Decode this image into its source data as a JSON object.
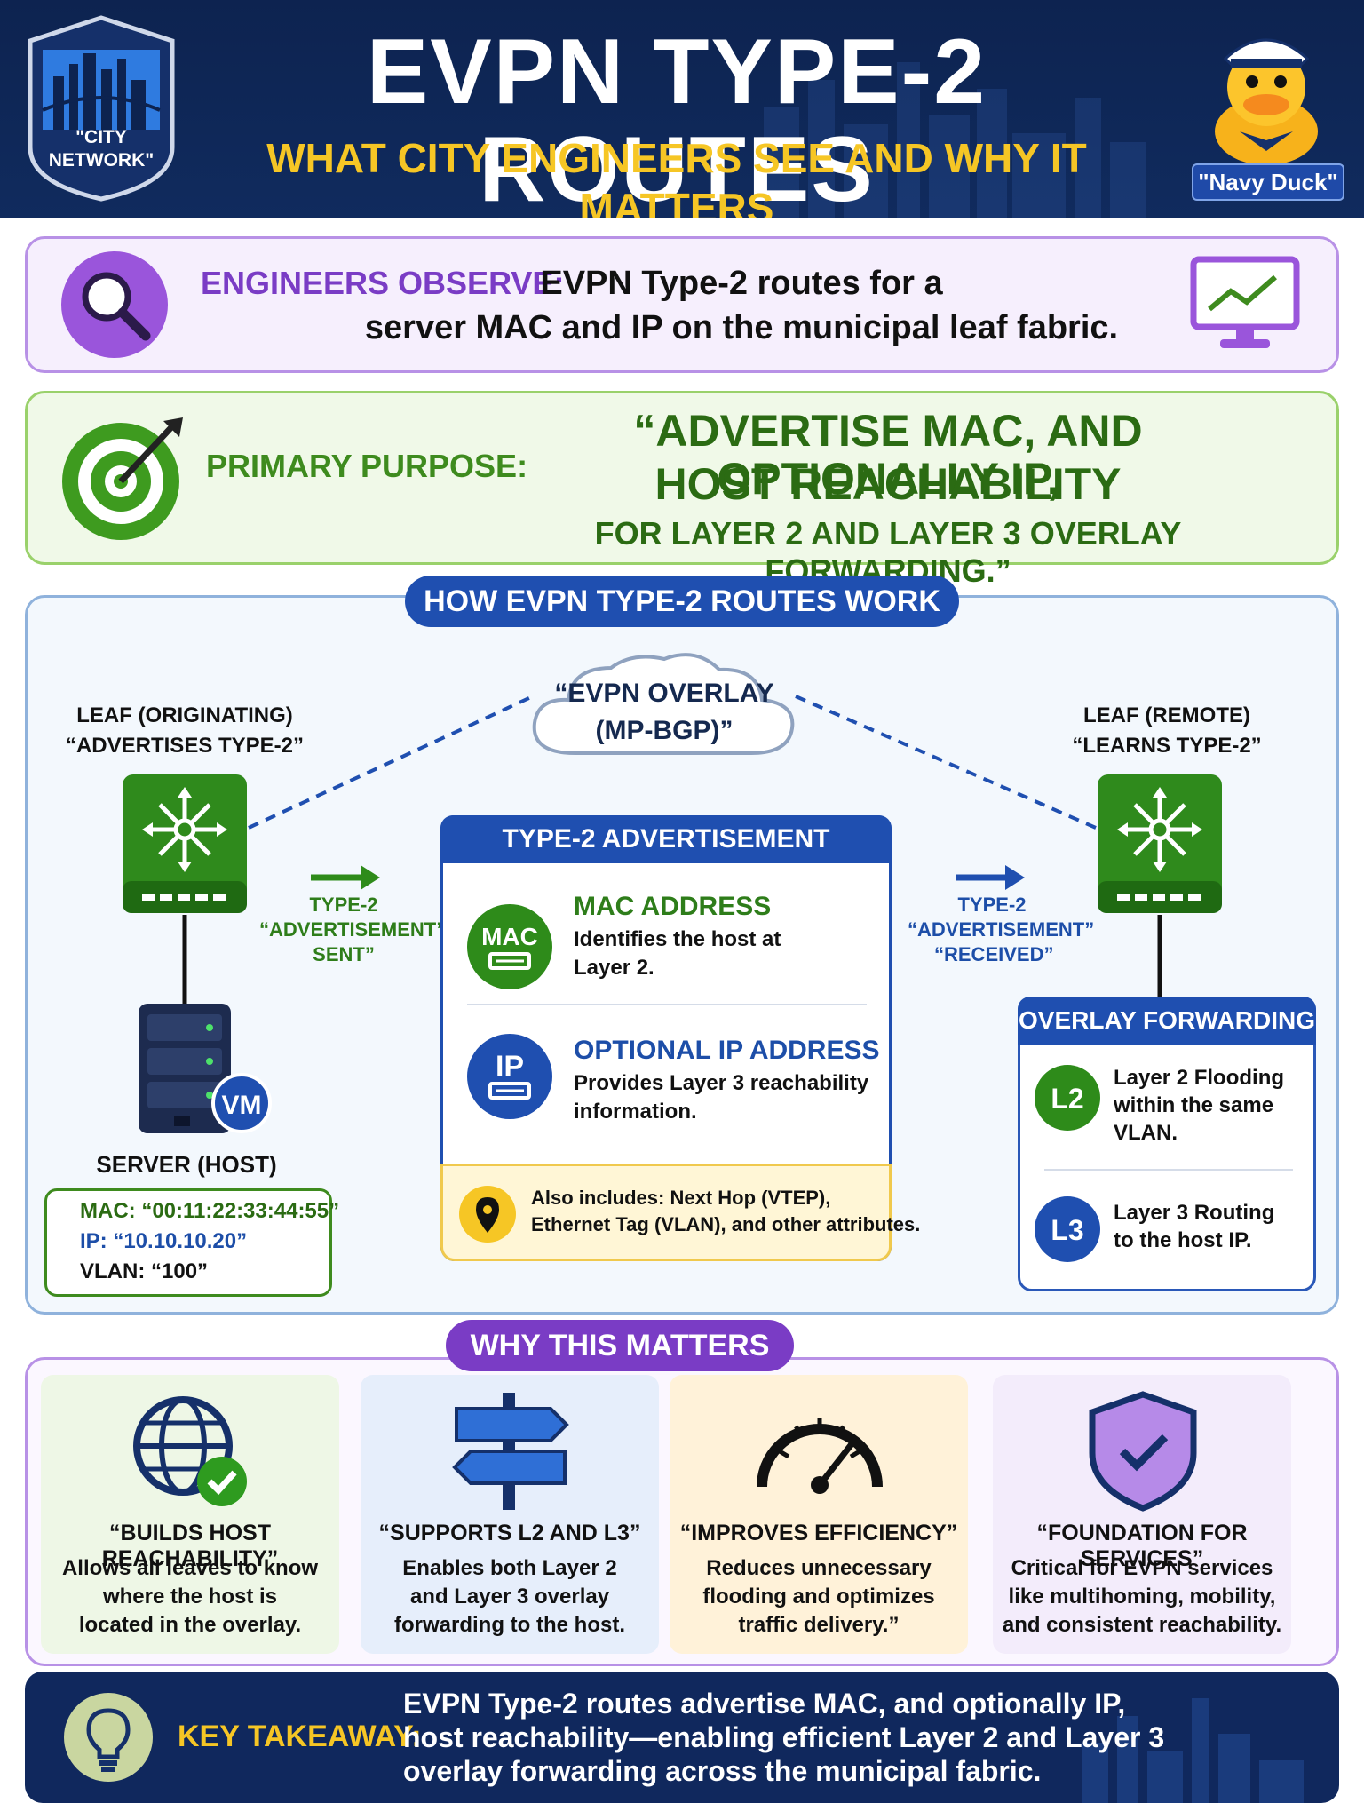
{
  "header": {
    "badge": [
      "\"CITY",
      "NETWORK\""
    ],
    "title": "EVPN TYPE-2 ROUTES",
    "subtitle": "WHAT CITY ENGINEERS SEE AND WHY IT MATTERS",
    "mascot_label": "\"Navy Duck\""
  },
  "observe": {
    "label": "ENGINEERS OBSERVE:",
    "lines": [
      "EVPN Type-2 routes for a",
      "server MAC and IP on the municipal leaf fabric."
    ]
  },
  "purpose": {
    "label": "PRIMARY PURPOSE:",
    "lines": [
      "“ADVERTISE MAC, AND OPTIONALLY IP,",
      "HOST REACHABILITY",
      "FOR LAYER 2 AND LAYER 3 OVERLAY FORWARDING.”"
    ]
  },
  "how": {
    "title": "HOW EVPN TYPE-2 ROUTES WORK",
    "overlay": [
      "“EVPN OVERLAY",
      "(MP-BGP)”"
    ],
    "leaf_left": [
      "LEAF (ORIGINATING)",
      "“ADVERTISES TYPE-2”"
    ],
    "leaf_right": [
      "LEAF (REMOTE)",
      "“LEARNS TYPE-2”"
    ],
    "sent": [
      "TYPE-2",
      "“ADVERTISEMENT”",
      "SENT”"
    ],
    "received": [
      "TYPE-2",
      "“ADVERTISEMENT”",
      "“RECEIVED”"
    ],
    "server": {
      "label": "SERVER (HOST)",
      "vm": "VM",
      "mac": "MAC: “00:11:22:33:44:55”",
      "ip": "IP: “10.10.10.20”",
      "vlan": "VLAN: “100”"
    },
    "carries": {
      "title": "TYPE-2 ADVERTISEMENT CARRIES",
      "mac_icon": "MAC",
      "mac_title": "MAC ADDRESS",
      "mac_desc": [
        "Identifies the host at",
        "Layer 2."
      ],
      "ip_icon": "IP",
      "ip_title": "OPTIONAL IP ADDRESS",
      "ip_desc": [
        "Provides Layer 3 reachability",
        "information."
      ],
      "also": [
        "Also includes: Next Hop (VTEP),",
        "Ethernet Tag (VLAN), and other attributes."
      ]
    },
    "overlay_forwarding": {
      "title": "OVERLAY FORWARDING",
      "l2_icon": "L2",
      "l2_desc": [
        "Layer 2 Flooding",
        "within the same",
        "VLAN."
      ],
      "l3_icon": "L3",
      "l3_desc": [
        "Layer 3 Routing",
        "to the host IP."
      ]
    }
  },
  "why": {
    "title": "WHY THIS MATTERS",
    "cards": [
      {
        "title": "“BUILDS HOST REACHABILITY”",
        "desc": [
          "Allows all leaves to know",
          "where the host is",
          "located in the overlay."
        ],
        "icon": "globe-check-icon"
      },
      {
        "title": "“SUPPORTS L2 AND L3”",
        "desc": [
          "Enables both Layer 2",
          "and Layer 3 overlay",
          "forwarding to the host."
        ],
        "icon": "signpost-icon"
      },
      {
        "title": "“IMPROVES EFFICIENCY”",
        "desc": [
          "Reduces unnecessary",
          "flooding and optimizes",
          "traffic delivery.”"
        ],
        "icon": "gauge-icon"
      },
      {
        "title": "“FOUNDATION FOR SERVICES”",
        "desc": [
          "Critical for EVPN services",
          "like multihoming, mobility,",
          "and consistent reachability."
        ],
        "icon": "shield-check-icon"
      }
    ]
  },
  "takeaway": {
    "label": "KEY TAKEAWAY:",
    "lines": [
      "EVPN Type-2 routes advertise MAC, and optionally IP,",
      "host reachability—enabling efficient Layer 2 and Layer 3",
      "overlay forwarding across the municipal fabric."
    ]
  },
  "colors": {
    "navy": "#10285d",
    "blue": "#1f4fb0",
    "green": "#3e8b1e",
    "purple": "#7a3cc5",
    "gold": "#f6c625"
  }
}
